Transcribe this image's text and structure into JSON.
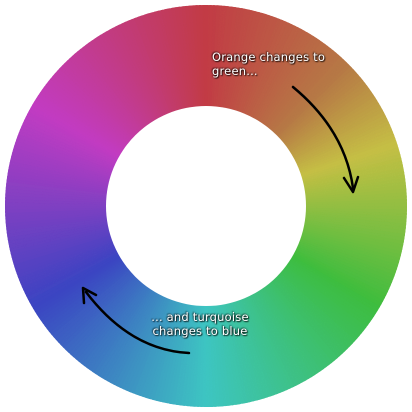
{
  "annotations": {
    "top": "Orange changes to green...",
    "bottom": "... and turquoise changes to blue"
  },
  "wheel": {
    "hue_stops": [
      {
        "angle_deg": 0,
        "color": "#c43c45"
      },
      {
        "angle_deg": 45,
        "color": "#b87a45"
      },
      {
        "angle_deg": 72,
        "color": "#c7c145"
      },
      {
        "angle_deg": 120,
        "color": "#3fbf3f"
      },
      {
        "angle_deg": 180,
        "color": "#3fc7c4"
      },
      {
        "angle_deg": 240,
        "color": "#3c45c4"
      },
      {
        "angle_deg": 300,
        "color": "#c43cc4"
      },
      {
        "angle_deg": 360,
        "color": "#c43c45"
      }
    ]
  },
  "arrow_color": "#000000"
}
